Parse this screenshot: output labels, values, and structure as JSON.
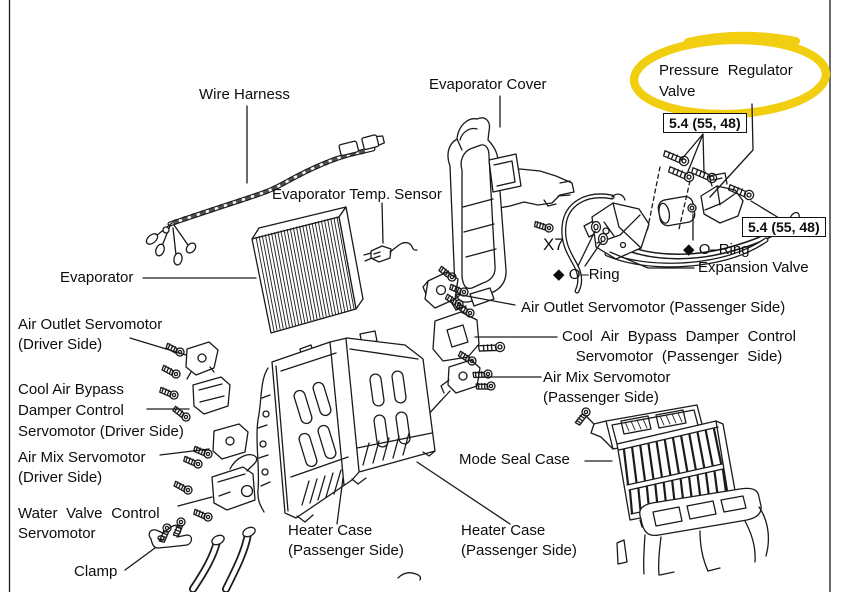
{
  "highlight_color": "#f2ce10",
  "line_color": "#1a1a1a",
  "labels": {
    "wire_harness": "Wire Harness",
    "evaporator_cover": "Evaporator Cover",
    "pressure_regulator_valve": "Pressure Regulator\nValve",
    "torque_spec_top": "5.4 (55, 48)",
    "torque_spec_right": "5.4 (55, 48)",
    "evaporator_temp_sensor": "Evaporator Temp. Sensor",
    "screw_count": "X7",
    "evaporator": "Evaporator",
    "o_ring_left": "◆ O–Ring",
    "o_ring_right": "◆ O–Ring",
    "expansion_valve": "Expansion Valve",
    "air_outlet_servo_passenger": "Air Outlet Servomotor (Passenger Side)",
    "cool_air_bypass_passenger": "Cool Air Bypass Damper Control\nServomotor (Passenger Side)",
    "air_mix_servo_passenger": "Air Mix Servomotor\n(Passenger Side)",
    "air_outlet_servo_driver": "Air Outlet Servomotor\n(Driver Side)",
    "cool_air_bypass_driver": "Cool Air Bypass\nDamper Control\nServomotor (Driver Side)",
    "air_mix_servo_driver": "Air Mix Servomotor\n(Driver Side)",
    "water_valve_servo": "Water Valve Control\nServomotor",
    "clamp": "Clamp",
    "mode_seal_case": "Mode Seal Case",
    "heater_case_left": "Heater Case\n(Passenger Side)",
    "heater_case_right": "Heater Case\n(Passenger Side)"
  }
}
